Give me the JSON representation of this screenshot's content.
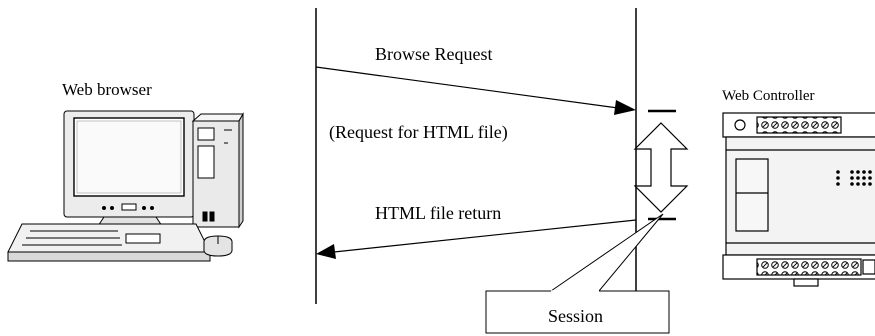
{
  "labels": {
    "left_device": "Web browser",
    "right_device": "Web Controller",
    "request": "Browse Request",
    "request_note": "(Request for HTML file)",
    "response": "HTML file return",
    "session": "Session"
  },
  "icons": {
    "left_device": "desktop-computer-icon",
    "right_device": "plc-controller-icon"
  }
}
